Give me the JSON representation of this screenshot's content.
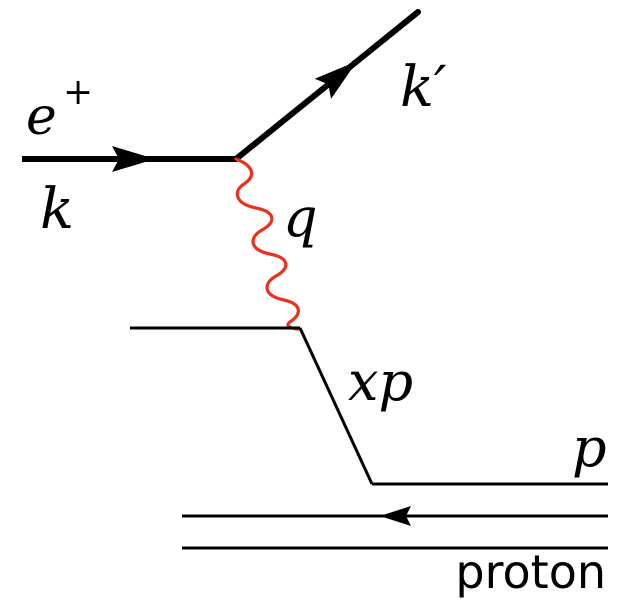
{
  "labels": {
    "positron": "e",
    "positron_charge": "+",
    "incoming_momentum": "k",
    "outgoing_momentum": "k′",
    "photon_momentum": "q",
    "parton_momentum": "xp",
    "proton_momentum": "p",
    "proton_name": "proton"
  },
  "colors": {
    "photon": "#e8321e",
    "lines": "#000000"
  }
}
